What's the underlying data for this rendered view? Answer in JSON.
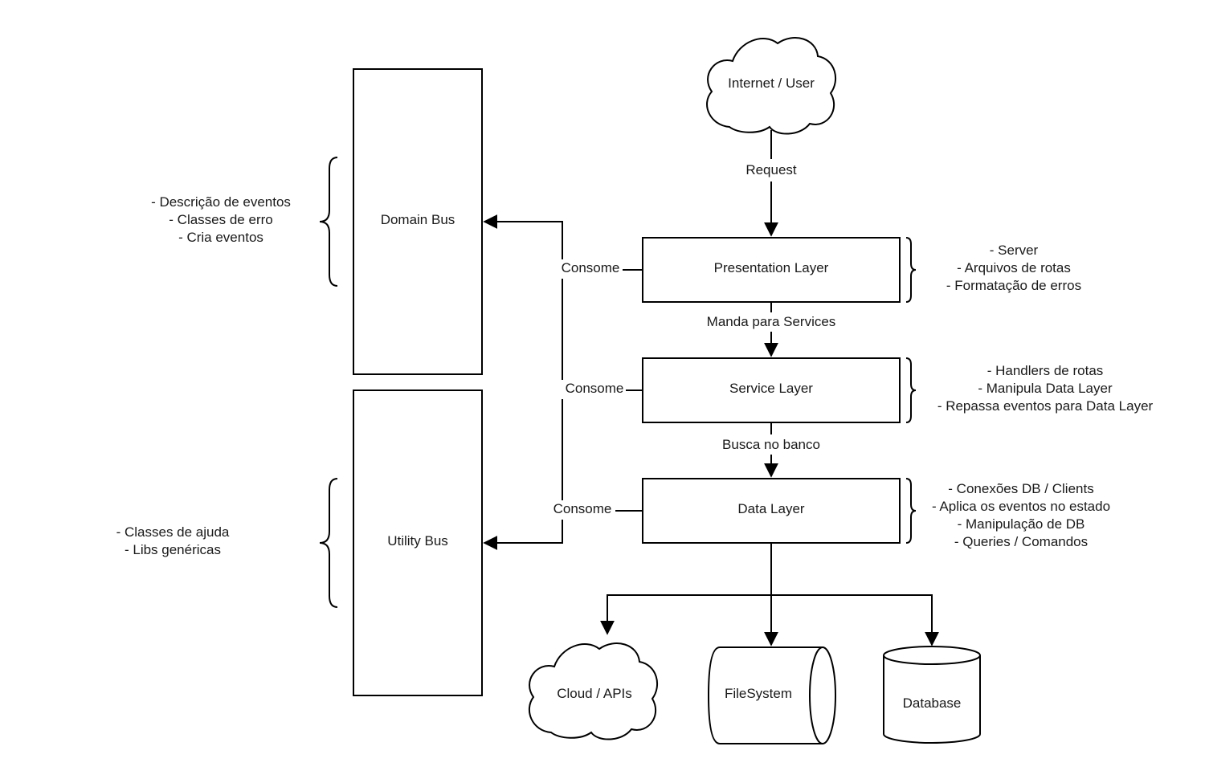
{
  "nodes": {
    "internet": "Internet / User",
    "presentation": "Presentation Layer",
    "service": "Service Layer",
    "data": "Data Layer",
    "domain_bus": "Domain Bus",
    "utility_bus": "Utility Bus",
    "cloud": "Cloud / APIs",
    "filesystem": "FileSystem",
    "database": "Database"
  },
  "edges": {
    "request": "Request",
    "manda": "Manda para Services",
    "busca": "Busca no banco",
    "consome_presentation": "Consome",
    "consome_service": "Consome",
    "consome_data": "Consome"
  },
  "notes": {
    "presentation": [
      "- Server",
      "- Arquivos de rotas",
      "- Formatação de erros"
    ],
    "service": [
      "- Handlers de rotas",
      "- Manipula Data Layer",
      "- Repassa eventos para Data Layer"
    ],
    "data": [
      "- Conexões DB / Clients",
      "- Aplica os eventos no estado",
      "- Manipulação de DB",
      "- Queries / Comandos"
    ],
    "domain": [
      "- Descrição de eventos",
      "- Classes de erro",
      "- Cria eventos"
    ],
    "utility": [
      "- Classes de ajuda",
      "- Libs genéricas"
    ]
  }
}
